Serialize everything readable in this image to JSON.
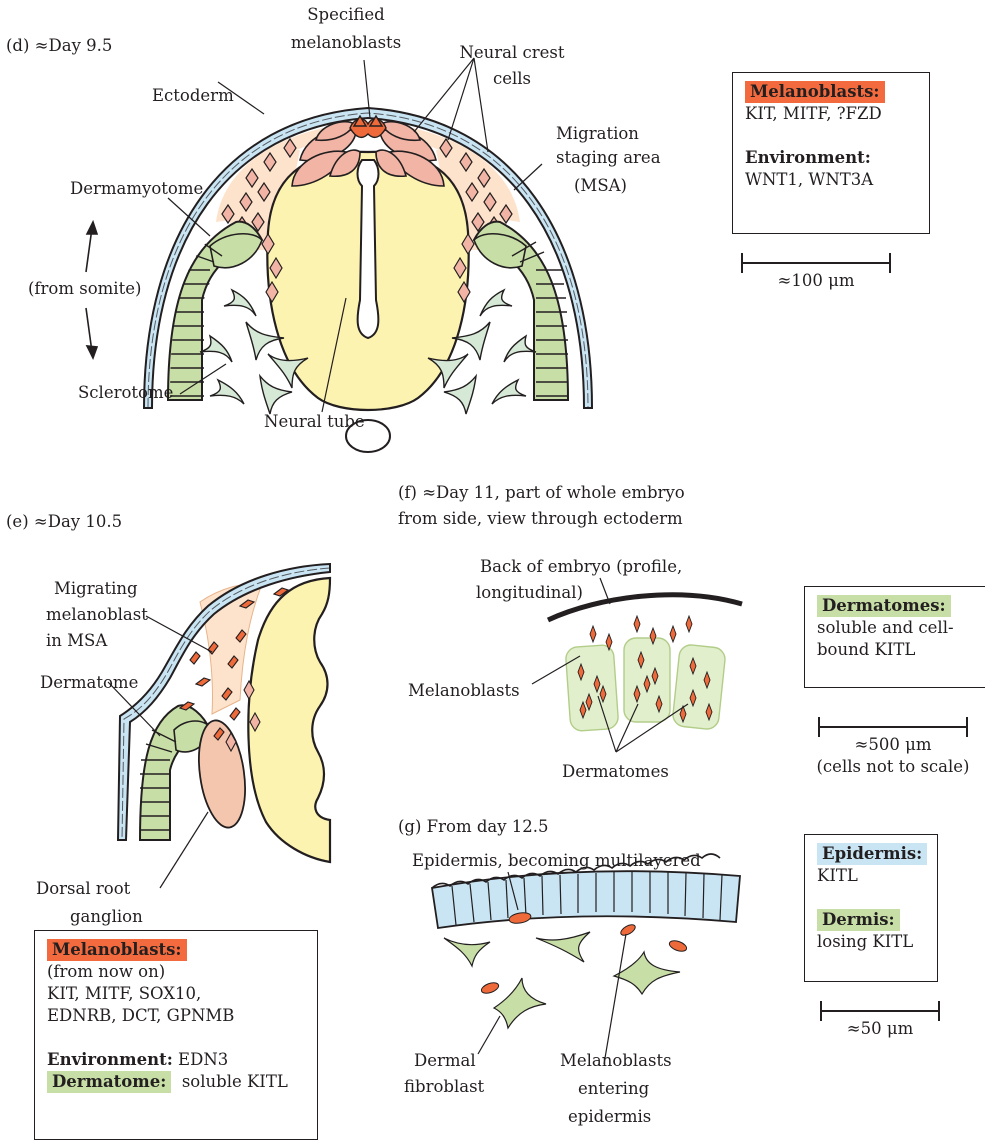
{
  "panel_d": {
    "title": "(d) ≈Day 9.5",
    "labels": {
      "specified_1": "Specified",
      "specified_2": "melanoblasts",
      "ncc_1": "Neural crest",
      "ncc_2": "cells",
      "ectoderm": "Ectoderm",
      "msa_1": "Migration",
      "msa_2": "staging area",
      "msa_3": "(MSA)",
      "dermamyotome": "Dermamyotome",
      "from_somite": "(from somite)",
      "sclerotome": "Sclerotome",
      "neural_tube": "Neural tube"
    },
    "box": {
      "header": "Melanoblasts:",
      "line1": "KIT, MITF, ?FZD",
      "env_label": "Environment:",
      "env_line": "WNT1, WNT3A"
    },
    "scale": "≈100 μm"
  },
  "panel_e": {
    "title": "(e) ≈Day 10.5",
    "labels": {
      "migrating_1": "Migrating",
      "migrating_2": "melanoblast",
      "migrating_3": "in MSA",
      "dermatome": "Dermatome",
      "drg_1": "Dorsal root",
      "drg_2": "ganglion"
    },
    "box": {
      "header": "Melanoblasts:",
      "line1": "(from now on)",
      "line2": "KIT, MITF, SOX10,",
      "line3": "EDNRB, DCT, GPNMB",
      "env_label": "Environment:",
      "env_value": " EDN3",
      "derm_label": "Dermatome:",
      "derm_value": "soluble KITL"
    }
  },
  "panel_f": {
    "title_1": "(f) ≈Day 11, part of whole embryo",
    "title_2": "from side, view through ectoderm",
    "labels": {
      "back_1": "Back of embryo (profile,",
      "back_2": "longitudinal)",
      "melanoblasts": "Melanoblasts",
      "dermatomes": "Dermatomes"
    },
    "box": {
      "header": "Dermatomes:",
      "line1": "soluble and cell-",
      "line2": "bound KITL"
    },
    "scale": "≈500 μm",
    "scale_note": "(cells not to scale)"
  },
  "panel_g": {
    "title": "(g) From day 12.5",
    "labels": {
      "epidermis": "Epidermis, becoming multilayered",
      "fibro_1": "Dermal",
      "fibro_2": "fibroblast",
      "entering_1": "Melanoblasts",
      "entering_2": "entering",
      "entering_3": "epidermis"
    },
    "box": {
      "epi_header": "Epidermis:",
      "epi_line": "KITL",
      "derm_header": "Dermis:",
      "derm_line": "losing KITL"
    },
    "scale": "≈50 μm"
  },
  "colors": {
    "melanoblast": "#ee6a3a",
    "neural_crest": "#f2b5a5",
    "neural_tube": "#fdf3b0",
    "dermamyotome": "#c7dfa6",
    "sclerotome": "#d5e9d6",
    "ectoderm": "#c9e5f4",
    "msa": "#fde3cc",
    "drg": "#f4c6ad"
  }
}
